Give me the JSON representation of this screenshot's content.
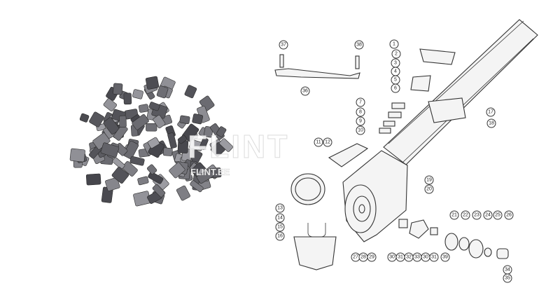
{
  "watermark": {
    "brand": "FLINT",
    "domain": "FLINT.EE",
    "color": "#ffffff"
  },
  "highlight_color": "#d9252a",
  "callouts": [
    "1",
    "2",
    "3",
    "4",
    "5",
    "6",
    "7",
    "8",
    "9",
    "10",
    "11",
    "12",
    "13",
    "14",
    "15",
    "16",
    "17",
    "18",
    "19",
    "20",
    "21",
    "22",
    "23",
    "24",
    "25",
    "26",
    "27",
    "28",
    "29",
    "30",
    "31",
    "32",
    "33",
    "30",
    "31",
    "39",
    "34",
    "35",
    "36",
    "37",
    "38"
  ],
  "highlighted_callout": "18"
}
